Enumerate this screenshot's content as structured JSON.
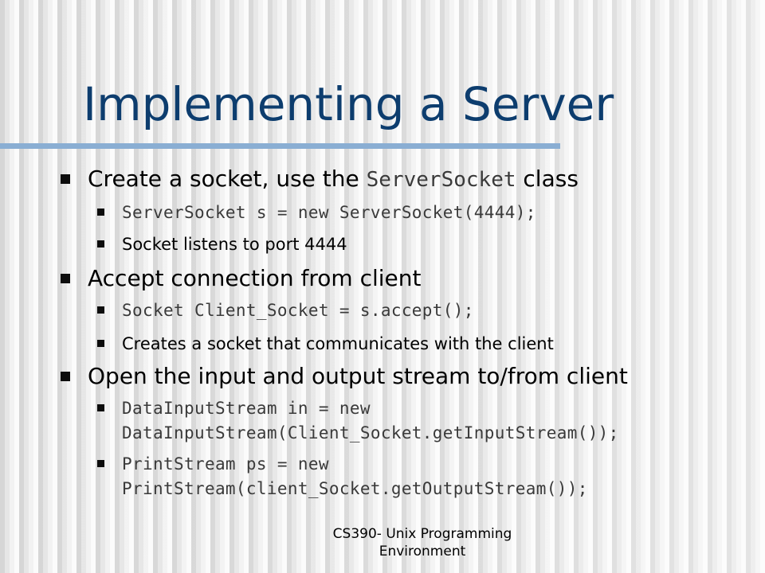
{
  "title": "Implementing a Server",
  "bullets": [
    {
      "text_before": "Create a socket, use the ",
      "code": "ServerSocket",
      "text_after": " class",
      "subitems": [
        "ServerSocket s = new ServerSocket(4444);",
        "Socket listens to port 4444"
      ]
    },
    {
      "text": "Accept connection from client",
      "subitems": [
        "Socket Client_Socket = s.accept();",
        "Creates a socket that communicates with the client"
      ]
    },
    {
      "text": "Open the input and output stream to/from client",
      "subitems": [
        "DataInputStream in = new",
        "DataInputStream(Client_Socket.getInputStream());",
        "PrintStream ps = new",
        "PrintStream(client_Socket.getOutputStream());"
      ]
    }
  ],
  "footer": {
    "line1": "CS390- Unix Programming",
    "line2": "Environment"
  }
}
